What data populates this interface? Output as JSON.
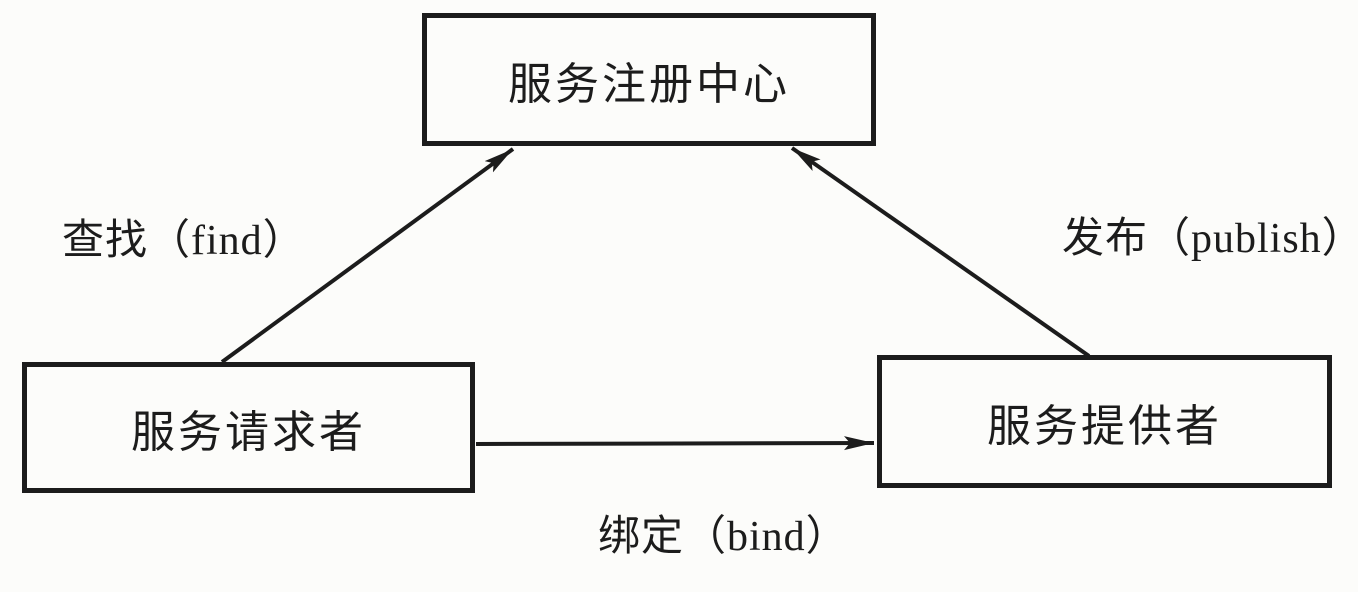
{
  "diagram": {
    "nodes": {
      "registry": {
        "label": "服务注册中心"
      },
      "requester": {
        "label": "服务请求者"
      },
      "provider": {
        "label": "服务提供者"
      }
    },
    "edges": {
      "find": {
        "label": "查找（find）",
        "from": "服务请求者",
        "to": "服务注册中心"
      },
      "publish": {
        "label": "发布（publish）",
        "from": "服务提供者",
        "to": "服务注册中心"
      },
      "bind": {
        "label": "绑定（bind）",
        "from": "服务请求者",
        "to": "服务提供者"
      }
    },
    "colors": {
      "ink": "#1c1c1c",
      "paper": "#fcfcfa"
    }
  }
}
